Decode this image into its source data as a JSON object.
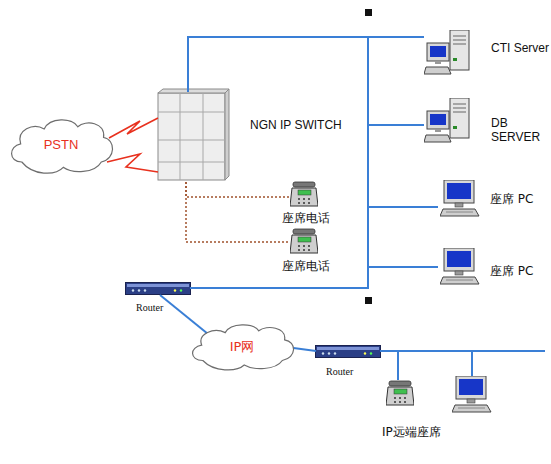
{
  "diagram": {
    "nodes": [
      {
        "text": [
          "PSTN"
        ]
      },
      {
        "text": [
          "NGN IP SWITCH"
        ]
      },
      {
        "text": [
          "CTI Server"
        ]
      },
      {
        "text": [
          "DB SERVER"
        ]
      },
      {
        "text": [
          "座席电话"
        ]
      },
      {
        "text": [
          "座席电话"
        ]
      },
      {
        "text": [
          "座席 PC"
        ]
      },
      {
        "text": [
          "座席 PC"
        ]
      },
      {
        "text": [
          "Router"
        ]
      },
      {
        "text": [
          "IP网"
        ]
      },
      {
        "text": [
          "Router"
        ]
      },
      {
        "text": [
          "IP远端座席"
        ]
      }
    ],
    "edges": [
      {
        "from": 0,
        "to": 1,
        "arrow": "none"
      },
      {
        "from": 1,
        "to": 2,
        "arrow": "none"
      },
      {
        "from": 1,
        "to": 3,
        "arrow": "none"
      },
      {
        "from": 1,
        "to": 6,
        "arrow": "none"
      },
      {
        "from": 1,
        "to": 7,
        "arrow": "none"
      },
      {
        "from": 1,
        "to": 8,
        "arrow": "none"
      },
      {
        "from": 1,
        "to": 4,
        "arrow": "none"
      },
      {
        "from": 1,
        "to": 5,
        "arrow": "none"
      },
      {
        "from": 8,
        "to": 9,
        "arrow": "none"
      },
      {
        "from": 9,
        "to": 10,
        "arrow": "none"
      },
      {
        "from": 10,
        "to": 11,
        "arrow": "none"
      }
    ]
  }
}
